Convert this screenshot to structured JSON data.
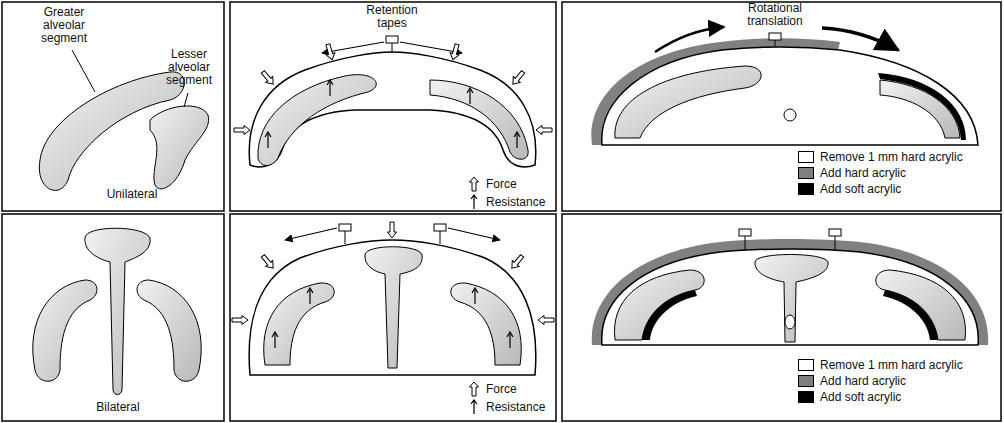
{
  "diagram": {
    "labels": [
      "Greater alveolar segment",
      "Lesser alveolar segment",
      "Unilateral",
      "Retention tapes",
      "Rotational translation",
      "Bilateral"
    ],
    "legend": [
      {
        "text": "Force"
      },
      {
        "text": "Resistance"
      },
      {
        "text": "Remove 1 mm hard acrylic",
        "color": "#ffffff"
      },
      {
        "text": "Add hard acrylic",
        "color": "#808080"
      },
      {
        "text": "Add soft acrylic",
        "color": "#000000"
      },
      {
        "text": "Force"
      },
      {
        "text": "Resistance"
      },
      {
        "text": "Remove 1 mm hard acrylic",
        "color": "#ffffff"
      },
      {
        "text": "Add hard acrylic",
        "color": "#808080"
      },
      {
        "text": "Add soft acrylic",
        "color": "#000000"
      }
    ]
  }
}
